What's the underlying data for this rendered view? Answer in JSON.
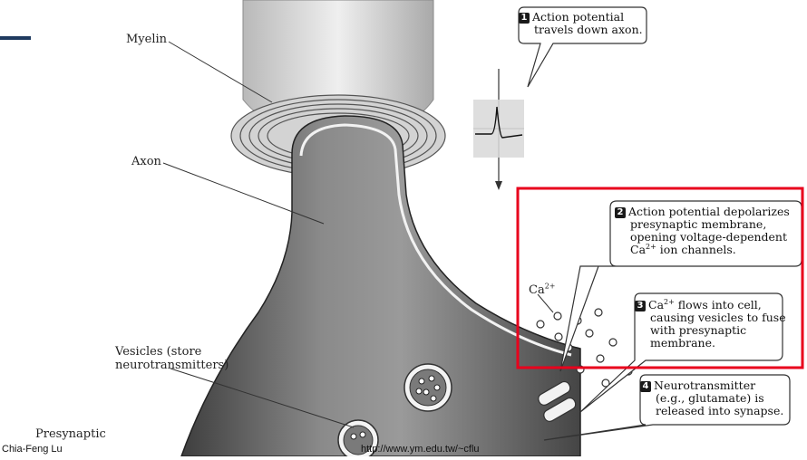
{
  "labels": {
    "myelin": "Myelin",
    "axon": "Axon",
    "vesicles_line1": "Vesicles (store",
    "vesicles_line2": "neurotransmitters)",
    "presynaptic": "Presynaptic",
    "ca_base": "Ca",
    "ca_sup": "2+"
  },
  "steps": [
    {
      "number": "1",
      "lines": [
        "Action potential",
        "travels down axon."
      ]
    },
    {
      "number": "2",
      "lines": [
        "Action potential depolarizes",
        "presynaptic membrane,",
        "opening voltage-dependent"
      ],
      "last_base": "Ca",
      "last_sup": "2+",
      "last_rest": " ion channels."
    },
    {
      "number": "3",
      "first_base": "Ca",
      "first_sup": "2+",
      "first_rest": " flows into cell,",
      "lines": [
        "causing vesicles to fuse",
        "with presynaptic",
        "membrane."
      ]
    },
    {
      "number": "4",
      "lines": [
        "Neurotransmitter",
        "(e.g., glutamate) is",
        "released into synapse."
      ]
    }
  ],
  "footer": {
    "author": "Chia-Feng Lu",
    "url": "http://www.ym.edu.tw/~cflu"
  },
  "colors": {
    "highlight_box": "#e8001c",
    "accent_bar": "#1f3a5f",
    "axon_fill": "#6f6f6f",
    "myelin_fill": "#d9d9d9"
  }
}
